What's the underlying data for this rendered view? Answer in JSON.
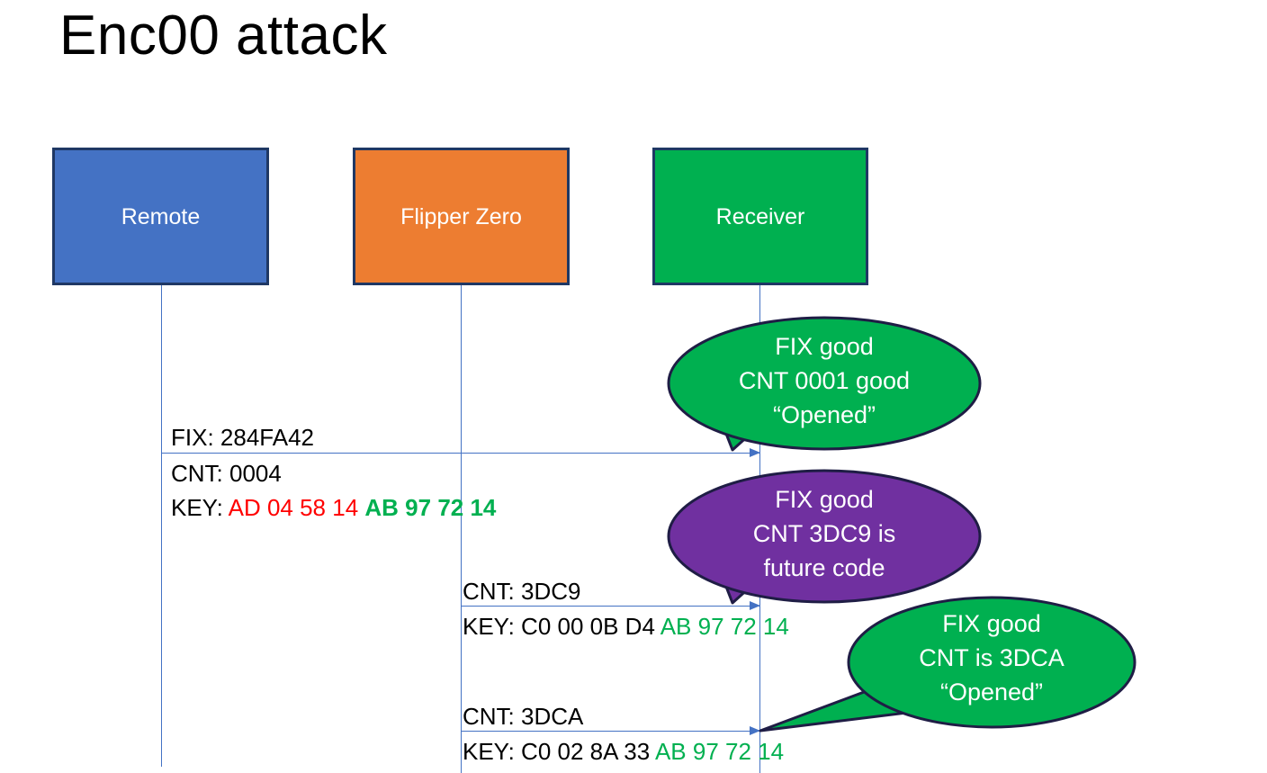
{
  "slide": {
    "title": "Enc00 attack"
  },
  "actors": [
    {
      "name": "remote",
      "label": "Remote",
      "color": "#4472C4"
    },
    {
      "name": "flipper",
      "label": "Flipper Zero",
      "color": "#ED7D31"
    },
    {
      "name": "receiver",
      "label": "Receiver",
      "color": "#00B050"
    }
  ],
  "messages": [
    {
      "from": "remote",
      "to": "receiver",
      "fix_label": "FIX: 284FA42",
      "cnt_label": "CNT: 0004",
      "key_prefix": "KEY: ",
      "key_first_half": "AD 04 58 14",
      "key_second_half": "AB 97 72 14"
    },
    {
      "from": "flipper",
      "to": "receiver",
      "cnt_label": "CNT: 3DC9",
      "key_prefix": "KEY: C0 00 0B D4 ",
      "key_second_half": "AB 97 72 14"
    },
    {
      "from": "flipper",
      "to": "receiver",
      "cnt_label": "CNT: 3DCA",
      "key_prefix": "KEY: C0 02 8A 33 ",
      "key_second_half": "AB 97 72 14"
    }
  ],
  "callouts": [
    {
      "name": "receiver-response-1",
      "fill": "#00B050",
      "lines": [
        "FIX good",
        "CNT 0001 good",
        "“Opened”"
      ],
      "line1": "FIX good",
      "line2": "CNT 0001 good",
      "line3": "“Opened”"
    },
    {
      "name": "receiver-response-2",
      "fill": "#7030A0",
      "lines": [
        "FIX good",
        "CNT 3DC9 is",
        "future code"
      ],
      "line1": "FIX good",
      "line2": "CNT 3DC9 is",
      "line3": "future code"
    },
    {
      "name": "receiver-response-3",
      "fill": "#00B050",
      "lines": [
        "FIX good",
        "CNT is 3DCA",
        "“Opened”"
      ],
      "line1": "FIX good",
      "line2": "CNT is 3DCA",
      "line3": "“Opened”"
    }
  ],
  "colors": {
    "blue": "#4472C4",
    "orange": "#ED7D31",
    "green": "#00B050",
    "purple": "#7030A0",
    "red": "#FF0000",
    "border": "#1F3864"
  }
}
